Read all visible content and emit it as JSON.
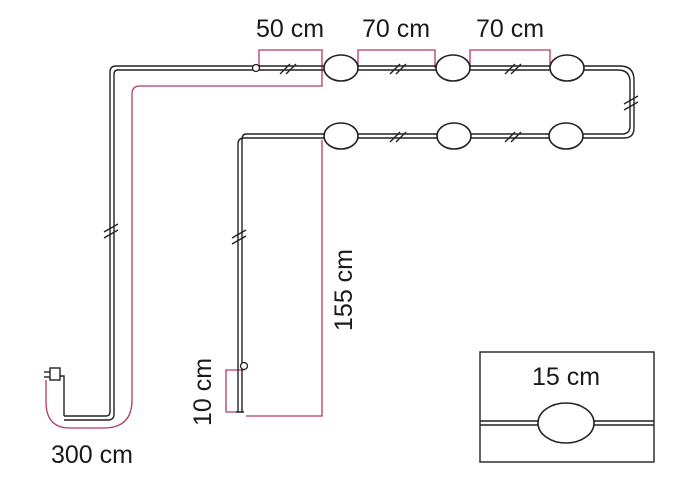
{
  "labels": {
    "top_1": "50 cm",
    "top_2": "70 cm",
    "top_3": "70 cm",
    "vertical": "155 cm",
    "end_drop": "10 cm",
    "cord": "300 cm",
    "inset": "15 cm"
  },
  "colors": {
    "cable": "#222222",
    "dimension": "#b2386b",
    "text": "#1a1a1a"
  }
}
